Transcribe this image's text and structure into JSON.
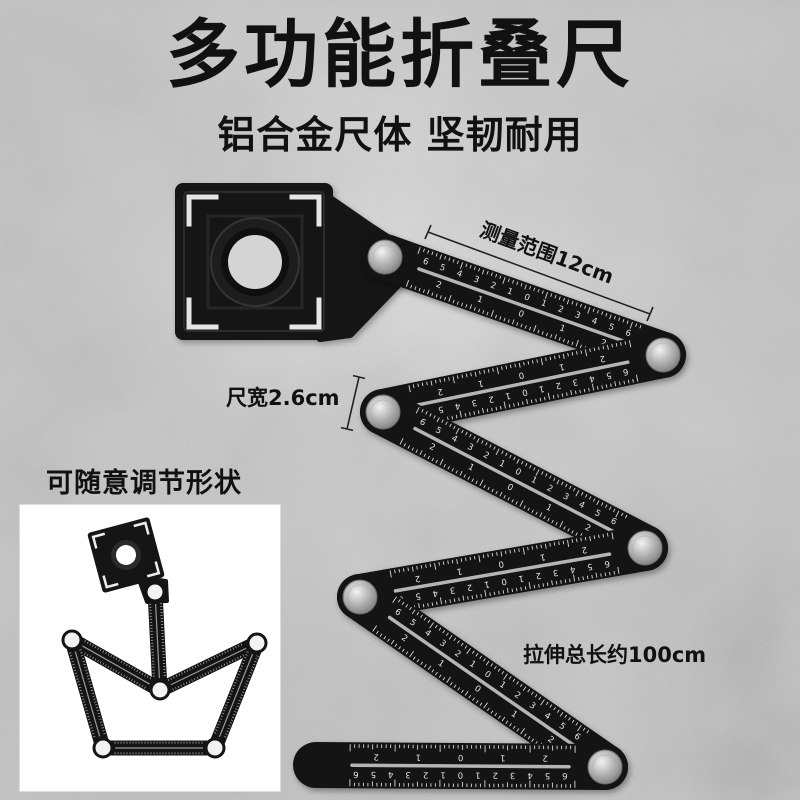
{
  "title": "多功能折叠尺",
  "subtitle": "铝合金尺体 坚韧耐用",
  "annotations": {
    "measure_range": "测量范围12cm",
    "ruler_width": "尺宽2.6cm",
    "adjustable_shape": "可随意调节形状",
    "total_length": "拉伸总长约100cm"
  },
  "ruler": {
    "scale_outer": [
      "6",
      "5",
      "4",
      "3",
      "2",
      "1",
      "0",
      "1",
      "2",
      "3",
      "4",
      "5",
      "6"
    ],
    "scale_inner": [
      "2",
      "1",
      "0",
      "1",
      "2"
    ]
  },
  "colors": {
    "background": "#d4d4d4",
    "text": "#111111",
    "ruler": "#141414",
    "slot": "#b5b5b5",
    "tick": "#d9d9d9",
    "scale_text": "#e4e4e4",
    "bolt_light": "#f2f2f2",
    "bolt_dark": "#7d7d7d",
    "inset_background": "#ffffff"
  }
}
